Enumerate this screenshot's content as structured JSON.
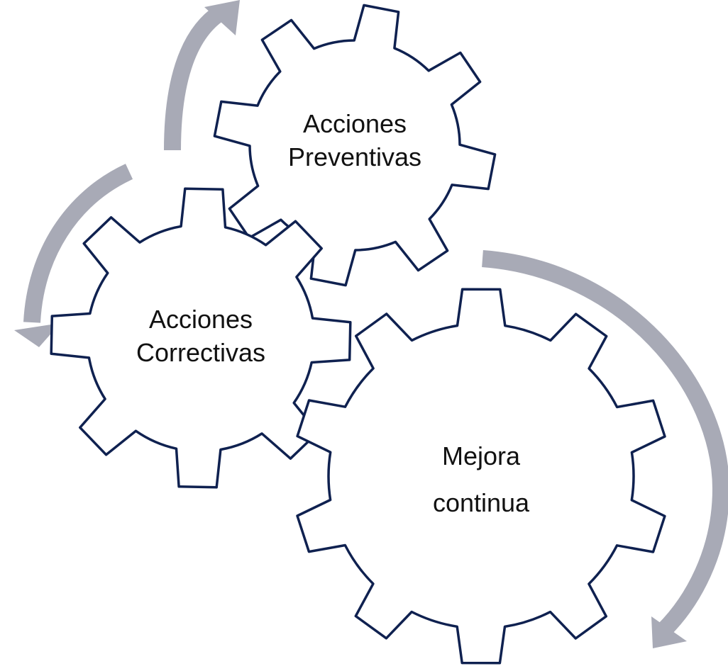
{
  "diagram": {
    "gears": {
      "preventivas": {
        "line1": "Acciones",
        "line2": "Preventivas"
      },
      "correctivas": {
        "line1": "Acciones",
        "line2": "Correctivas"
      },
      "mejora": {
        "line1": "Mejora",
        "line2": "continua"
      }
    },
    "colors": {
      "gear_outline": "#0f2150",
      "gear_fill": "#ffffff",
      "arrow": "#a8aab6",
      "text": "#111111"
    }
  }
}
